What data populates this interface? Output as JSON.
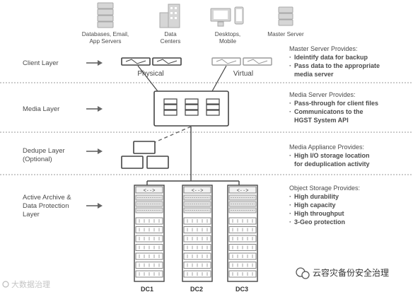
{
  "top_sources": [
    {
      "label_lines": [
        "Databases, Email,",
        "App Servers"
      ],
      "icon": "server-stack-icon"
    },
    {
      "label_lines": [
        "Data",
        "Centers"
      ],
      "icon": "building-icon"
    },
    {
      "label_lines": [
        "Desktops,",
        "Mobile"
      ],
      "icon": "desktop-mobile-icon"
    },
    {
      "label_lines": [
        "Master Server"
      ],
      "icon": "server-icon"
    }
  ],
  "layers": [
    {
      "name": "client",
      "label_lines": [
        "Client Layer"
      ]
    },
    {
      "name": "media",
      "label_lines": [
        "Media Layer"
      ]
    },
    {
      "name": "dedupe",
      "label_lines": [
        "Dedupe  Layer",
        "(Optional)"
      ]
    },
    {
      "name": "archive",
      "label_lines": [
        "Active Archive &",
        "Data Protection",
        "Layer"
      ]
    }
  ],
  "client": {
    "physical_label": "Physical",
    "virtual_label": "Virtual"
  },
  "descriptions": [
    {
      "heading": "Master Server Provides:",
      "bullets": [
        [
          "Ideintify data for backup"
        ],
        [
          "Pass data to the appropriate",
          "media server"
        ]
      ]
    },
    {
      "heading": "Media Server Provides:",
      "bullets": [
        [
          "Pass-through for client files"
        ],
        [
          "Communicatons to the",
          "HGST System API"
        ]
      ]
    },
    {
      "heading": "Media Appliance Provides:",
      "bullets": [
        [
          "High I/O storage location",
          "for deduplication activity"
        ]
      ]
    },
    {
      "heading": "Object Storage Provides:",
      "bullets": [
        [
          "High durability"
        ],
        [
          "High capacity"
        ],
        [
          "High throughput"
        ],
        [
          "3-Geo protection"
        ]
      ]
    }
  ],
  "datacenters": [
    "DC1",
    "DC2",
    "DC3"
  ],
  "watermarks": {
    "left": "大数据治理",
    "right": "云容灾备份安全治理"
  },
  "colors": {
    "line": "#444444",
    "text": "#4a4a4a",
    "icon": "#d6d6d6",
    "separator": "#9a9a9a"
  }
}
